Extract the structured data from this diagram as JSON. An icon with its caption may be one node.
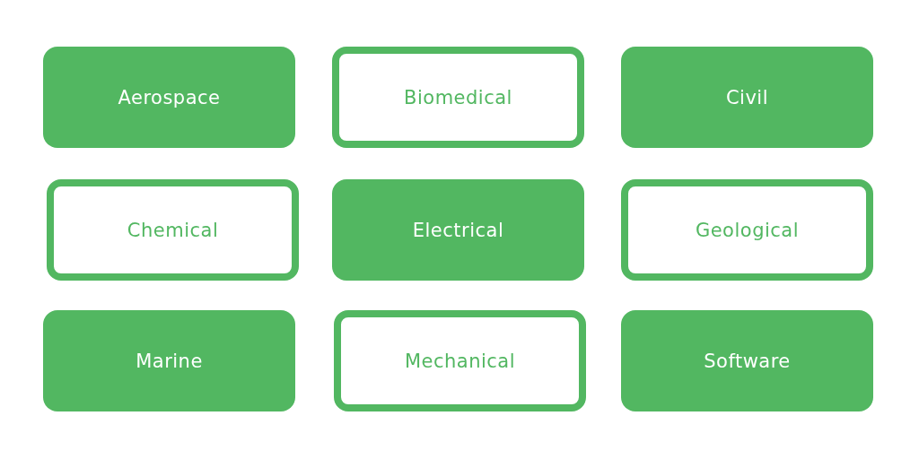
{
  "diagram": {
    "nodes": [
      {
        "text": [
          "Aerospace"
        ]
      },
      {
        "text": [
          "Biomedical"
        ]
      },
      {
        "text": [
          "Civil"
        ]
      },
      {
        "text": [
          "Chemical"
        ]
      },
      {
        "text": [
          "Electrical"
        ]
      },
      {
        "text": [
          "Geological"
        ]
      },
      {
        "text": [
          "Marine"
        ]
      },
      {
        "text": [
          "Mechanical"
        ]
      },
      {
        "text": [
          "Software"
        ]
      }
    ]
  }
}
